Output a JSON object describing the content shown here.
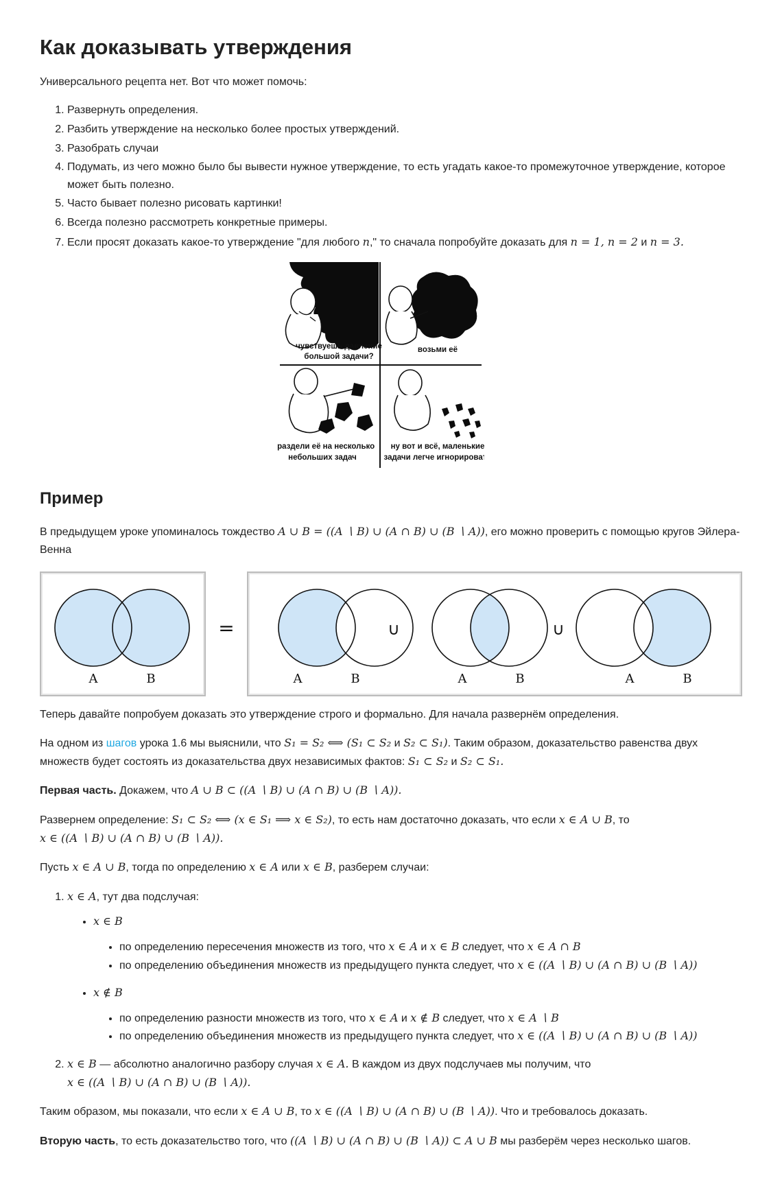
{
  "title": "Как доказывать утверждения",
  "intro": "Универсального рецепта нет. Вот что может помочь:",
  "tips": [
    "Развернуть определения.",
    "Разбить утверждение на несколько более простых утверждений.",
    "Разобрать случаи",
    "Подумать, из чего можно было бы вывести нужное утверждение, то есть угадать какое-то промежуточное утверждение, которое может быть полезно.",
    "Часто бывает полезно рисовать картинки!",
    "Всегда полезно рассмотреть конкретные примеры."
  ],
  "tip7": {
    "pre": "Если просят доказать какое-то утверждение \"для любого ",
    "var": "n",
    "mid": ",\" то сначала попробуйте доказать для ",
    "vals": "n = 1, n = 2",
    "and": " и ",
    "last": "n = 3."
  },
  "comic": {
    "captions": [
      "чувствуешь давление",
      "большой задачи?",
      "возьми её",
      "и раздели её на несколько",
      "небольших задач",
      "ну вот и всё, маленькие",
      "задачи легче игнорировать"
    ]
  },
  "example": {
    "heading": "Пример",
    "p1_pre": "В предыдущем уроке упоминалось тождество ",
    "identity": "A ∪ B = ((A ∖ B) ∪ (A ∩ B) ∪ (B ∖ A))",
    "p1_post": ", его можно проверить с помощью кругов Эйлера-Венна",
    "venn_labels": {
      "a": "A",
      "b": "B",
      "equals": "=",
      "union": "∪"
    },
    "p2": "Теперь давайте попробуем доказать это утверждение строго и формально. Для начала развернём определения.",
    "p3_pre": "На одном из ",
    "p3_link": "шагов",
    "p3_mid": " урока 1.6 мы выяснили, что ",
    "p3_math1": "S₁ = S₂ ⟺ (S₁ ⊂ S₂",
    "p3_and": " и ",
    "p3_math2": "S₂ ⊂ S₁)",
    "p3_post": ". Таким образом, доказательство равенства двух множеств будет состоять из доказательства двух независимых фактов: ",
    "p3_math3": "S₁ ⊂ S₂",
    "p3_and2": " и ",
    "p3_math4": "S₂ ⊂ S₁.",
    "part1_bold": "Первая часть.",
    "part1_text": " Докажем, что ",
    "part1_math": "A ∪ B ⊂ ((A ∖ B) ∪ (A ∩ B) ∪ (B ∖ A)).",
    "unfold_pre": "Развернем определение: ",
    "unfold_math": "S₁ ⊂ S₂ ⟺ (x ∈ S₁ ⟹ x ∈ S₂)",
    "unfold_mid": ", то есть нам достаточно доказать, что если ",
    "unfold_math2": "x ∈ A ∪ B",
    "unfold_to": ", то ",
    "unfold_math3": "x ∈ ((A ∖ B) ∪ (A ∩ B) ∪ (B ∖ A)).",
    "let_pre": "Пусть ",
    "let_m1": "x ∈ A ∪ B",
    "let_mid": ", тогда по определению ",
    "let_m2": "x ∈ A",
    "let_or": " или ",
    "let_m3": "x ∈ B",
    "let_post": ", разберем случаи:",
    "case1_m": "x ∈ A",
    "case1_text": ", тут два подслучая:",
    "sub1_m": "x ∈ B",
    "sub1_a_pre": "по определению пересечения множеств из того, что ",
    "sub1_a_m1": "x ∈ A",
    "sub1_a_and": " и ",
    "sub1_a_m2": "x ∈ B",
    "sub1_a_mid": " следует, что ",
    "sub1_a_m3": "x ∈ A ∩ B",
    "sub_b_pre": "по определению объединения множеств из предыдущего пункта следует, что ",
    "sub_b_m": "x ∈ ((A ∖ B) ∪ (A ∩ B) ∪ (B ∖ A))",
    "sub2_m": "x ∉ B",
    "sub2_a_pre": "по определению разности множеств из того, что ",
    "sub2_a_m1": "x ∈ A",
    "sub2_a_and": " и ",
    "sub2_a_m2": "x ∉ B",
    "sub2_a_mid": " следует, что ",
    "sub2_a_m3": "x ∈ A ∖ B",
    "case2_m": "x ∈ B",
    "case2_text": " — абсолютно аналогично разбору случая ",
    "case2_m2": "x ∈ A.",
    "case2_text2": " В каждом из двух подслучаев мы получим, что ",
    "case2_m3": "x ∈ ((A ∖ B) ∪ (A ∩ B) ∪ (B ∖ A)).",
    "concl_pre": "Таким образом, мы показали, что если ",
    "concl_m1": "x ∈ A ∪ B",
    "concl_to": ", то ",
    "concl_m2": "x ∈ ((A ∖ B) ∪ (A ∩ B) ∪ (B ∖ A))",
    "concl_post": ". Что и требовалось доказать.",
    "part2_bold": "Вторую часть",
    "part2_pre": ", то есть доказательство того, что ",
    "part2_m": "((A ∖ B) ∪ (A ∩ B) ∪ (B ∖ A)) ⊂ A ∪ B",
    "part2_post": " мы разберём через несколько шагов."
  },
  "colors": {
    "venn_fill": "#cfe5f7",
    "link": "#1ea7e1",
    "text": "#222222"
  }
}
